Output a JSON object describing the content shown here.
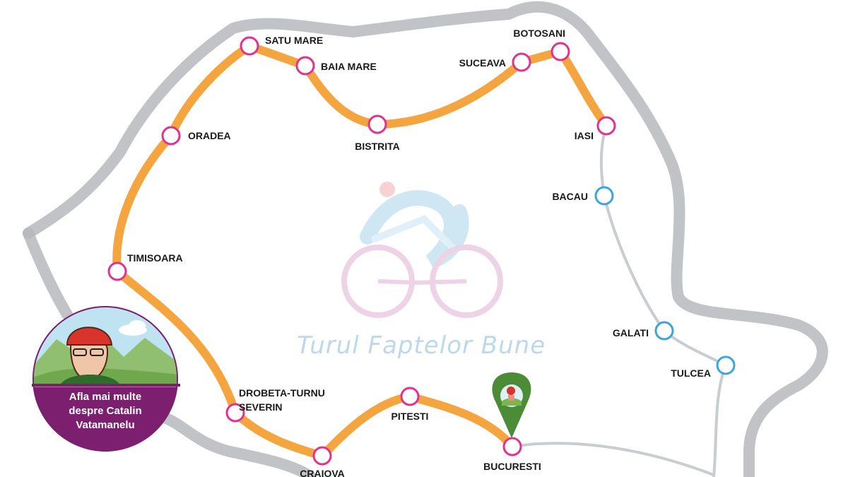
{
  "logo": {
    "text": "Turul Faptelor Bune"
  },
  "badge": {
    "lines": [
      "Afla mai multe",
      "despre Catalin",
      "Vatamanelu"
    ]
  },
  "colors": {
    "route_done": "#f5a53f",
    "route_todo": "#c9ccd0",
    "border": "#b6b9bd",
    "pin_done": "#e0338f",
    "pin_todo": "#3aa6dc",
    "badge_bg": "#7b1f6e"
  },
  "cities": [
    {
      "name": "SATU MARE",
      "status": "done"
    },
    {
      "name": "BAIA MARE",
      "status": "done"
    },
    {
      "name": "BISTRITA",
      "status": "done"
    },
    {
      "name": "SUCEAVA",
      "status": "done"
    },
    {
      "name": "BOTOSANI",
      "status": "done"
    },
    {
      "name": "IASI",
      "status": "done"
    },
    {
      "name": "BACAU",
      "status": "todo"
    },
    {
      "name": "GALATI",
      "status": "todo"
    },
    {
      "name": "TULCEA",
      "status": "todo"
    },
    {
      "name": "ORADEA",
      "status": "done"
    },
    {
      "name": "TIMISOARA",
      "status": "done"
    },
    {
      "name": "DROBETA-TURNU SEVERIN",
      "status": "done"
    },
    {
      "name": "CRAIOVA",
      "status": "done"
    },
    {
      "name": "PITESTI",
      "status": "done"
    },
    {
      "name": "BUCURESTI",
      "status": "current"
    }
  ]
}
